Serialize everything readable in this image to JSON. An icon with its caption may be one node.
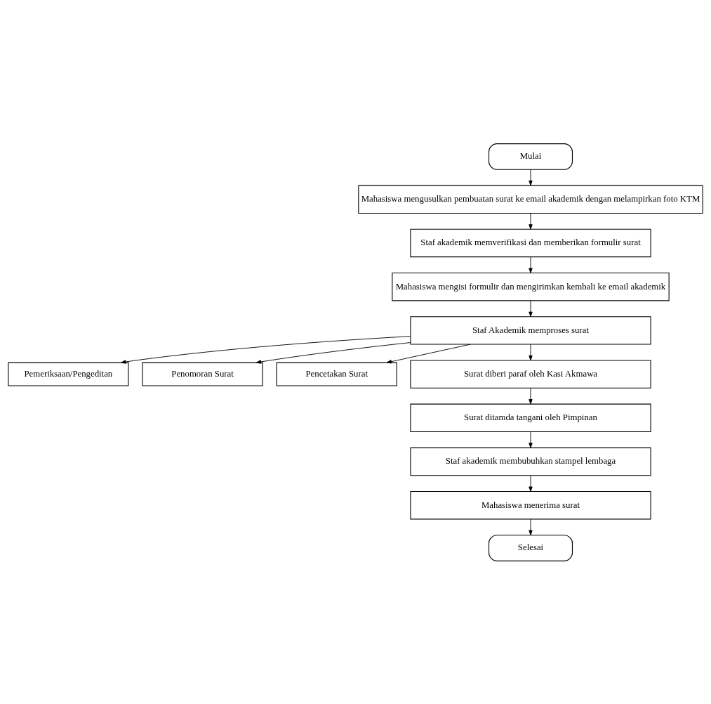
{
  "diagram": {
    "nodes": [
      {
        "text": [
          "Mulai"
        ]
      },
      {
        "text": [
          "Mahasiswa mengusulkan pembuatan surat ke email akademik dengan melampirkan foto KTM"
        ]
      },
      {
        "text": [
          "Staf akademik memverifikasi dan memberikan formulir surat"
        ]
      },
      {
        "text": [
          "Mahasiswa mengisi formulir dan mengirimkan kembali ke email akademik"
        ]
      },
      {
        "text": [
          "Pemeriksaan/Pengeditan"
        ]
      },
      {
        "text": [
          "Staf Akademik memproses surat"
        ]
      },
      {
        "text": [
          "Penomoran Surat"
        ]
      },
      {
        "text": [
          "Pencetakan Surat"
        ]
      },
      {
        "text": [
          "Surat diberi paraf oleh Kasi Akmawa"
        ]
      },
      {
        "text": [
          "Surat ditamda tangani oleh Pimpinan"
        ]
      },
      {
        "text": [
          "Staf akademik membubuhkan stampel lembaga"
        ]
      },
      {
        "text": [
          "Mahasiswa menerima surat"
        ]
      },
      {
        "text": [
          "Selesai"
        ]
      }
    ],
    "edges": [
      {
        "from": 0,
        "to": 1,
        "arrow": "to"
      },
      {
        "from": 1,
        "to": 2,
        "arrow": "to"
      },
      {
        "from": 2,
        "to": 3,
        "arrow": "to"
      },
      {
        "from": 3,
        "to": 5,
        "arrow": "to"
      },
      {
        "from": 5,
        "to": 4,
        "arrow": "to"
      },
      {
        "from": 5,
        "to": 6,
        "arrow": "to"
      },
      {
        "from": 5,
        "to": 7,
        "arrow": "to"
      },
      {
        "from": 5,
        "to": 8,
        "arrow": "to"
      },
      {
        "from": 8,
        "to": 9,
        "arrow": "to"
      },
      {
        "from": 9,
        "to": 10,
        "arrow": "to"
      },
      {
        "from": 10,
        "to": 11,
        "arrow": "to"
      },
      {
        "from": 11,
        "to": 12,
        "arrow": "to"
      }
    ]
  }
}
